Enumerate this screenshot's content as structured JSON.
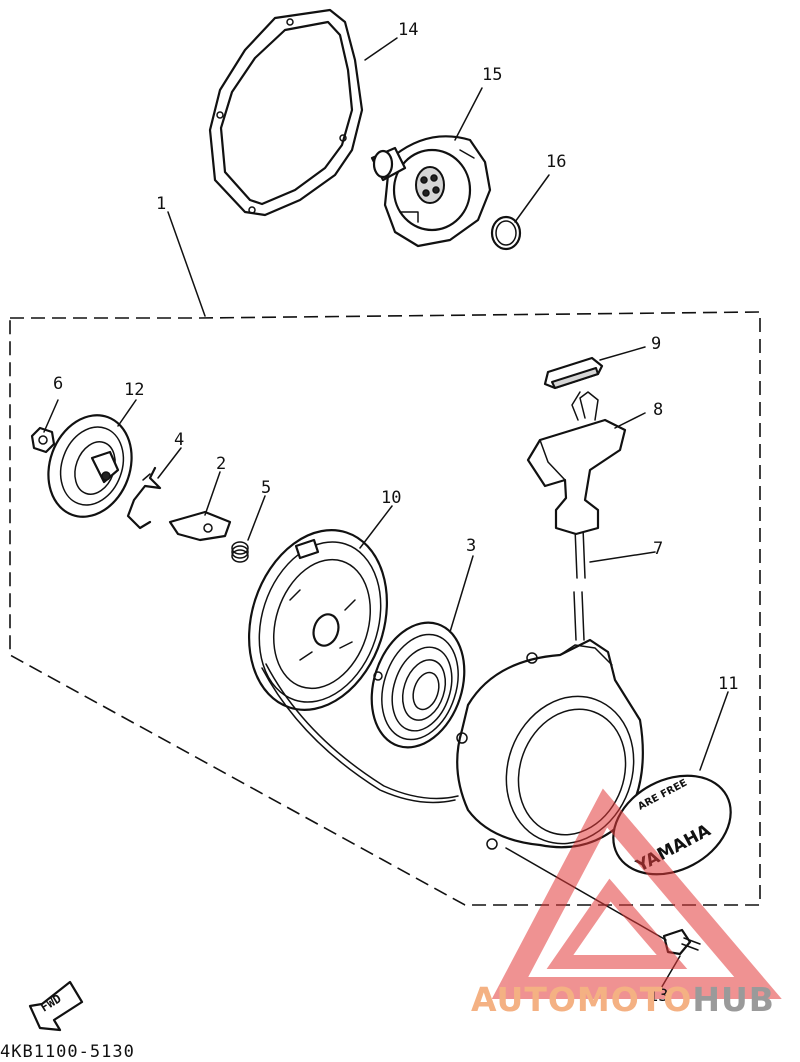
{
  "callouts": [
    {
      "id": "c1",
      "text": "1"
    },
    {
      "id": "c2",
      "text": "2"
    },
    {
      "id": "c3",
      "text": "3"
    },
    {
      "id": "c4",
      "text": "4"
    },
    {
      "id": "c5",
      "text": "5"
    },
    {
      "id": "c6",
      "text": "6"
    },
    {
      "id": "c7",
      "text": "7"
    },
    {
      "id": "c8",
      "text": "8"
    },
    {
      "id": "c9",
      "text": "9"
    },
    {
      "id": "c10",
      "text": "10"
    },
    {
      "id": "c11",
      "text": "11"
    },
    {
      "id": "c12",
      "text": "12"
    },
    {
      "id": "c13",
      "text": "13"
    },
    {
      "id": "c14",
      "text": "14"
    },
    {
      "id": "c15",
      "text": "15"
    },
    {
      "id": "c16",
      "text": "16"
    }
  ],
  "part_number": "4KB1100-5130",
  "fwd_label": "FWD",
  "cover_text": "YAMAHA",
  "cover_small_text": "ARE FREE",
  "watermark": {
    "part1": "AUTOMOTO",
    "part2": "HUB",
    "color1": "#f4b183",
    "color2": "#9a9a9a",
    "triangle_color": "#e23a3a"
  }
}
